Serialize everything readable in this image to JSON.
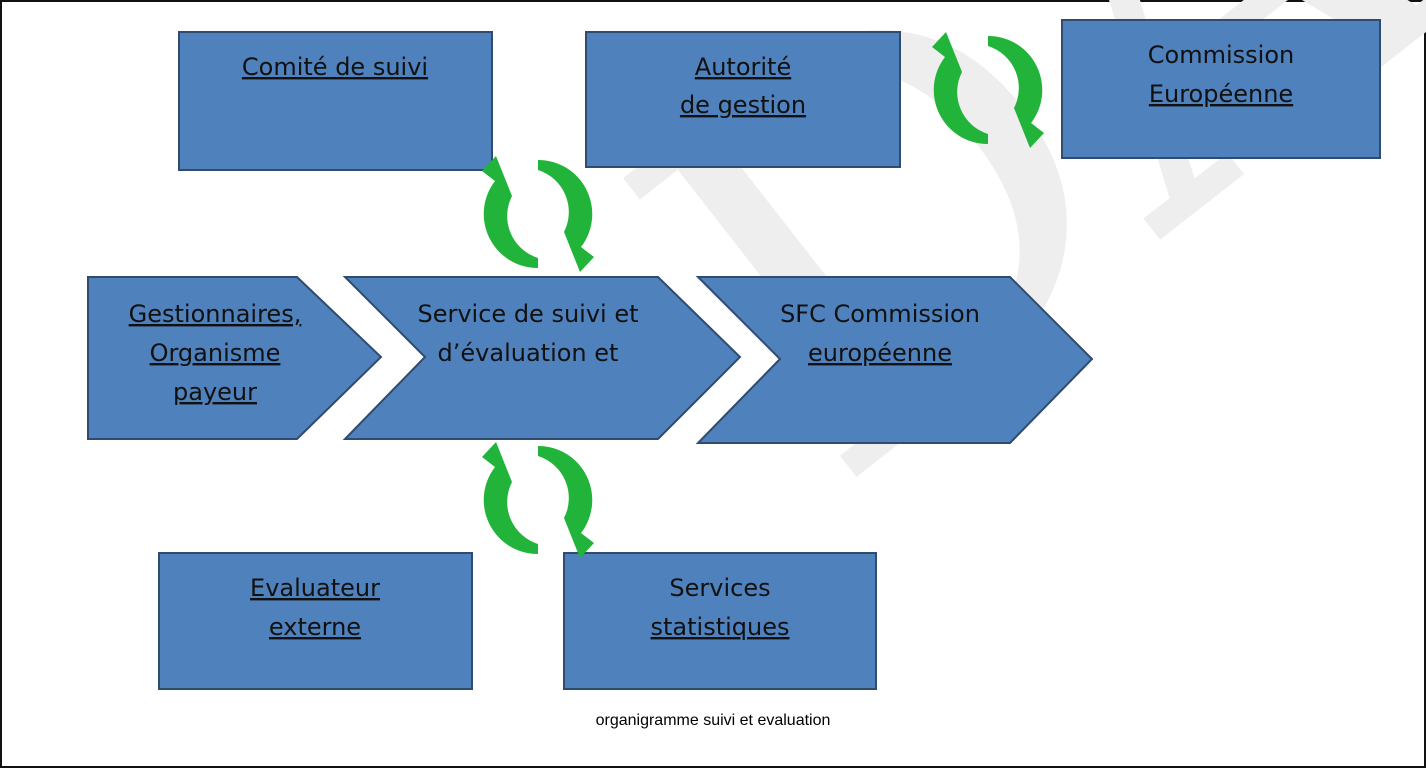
{
  "colors": {
    "box_fill": "#4f81bd",
    "box_stroke": "#2f4b6e",
    "cycle_arrow": "#22b43a",
    "watermark": "#eeeeee",
    "text": "#111111",
    "spell_underline": "#d21e1e"
  },
  "icons": {
    "cycle": "circular-arrows-icon"
  },
  "boxes": {
    "comite": {
      "lines": [
        "Comité de suivi"
      ]
    },
    "autorite": {
      "lines": [
        "Autorité",
        "de gestion"
      ]
    },
    "commission": {
      "lines": [
        "Commission",
        "Européenne"
      ]
    },
    "evaluateur": {
      "lines": [
        "Evaluateur",
        "externe"
      ]
    },
    "services": {
      "lines": [
        "Services",
        "statistiques"
      ]
    }
  },
  "chevrons": {
    "gestionnaires": {
      "lines": [
        "Gestionnaires,",
        "Organisme",
        "payeur"
      ]
    },
    "service": {
      "lines": [
        "Service de suivi et",
        "d’évaluation et"
      ]
    },
    "sfc": {
      "lines": [
        "SFC Commission",
        "européenne"
      ]
    }
  },
  "watermark": {
    "text": "DAF"
  },
  "caption": "organigramme suivi et evaluation"
}
